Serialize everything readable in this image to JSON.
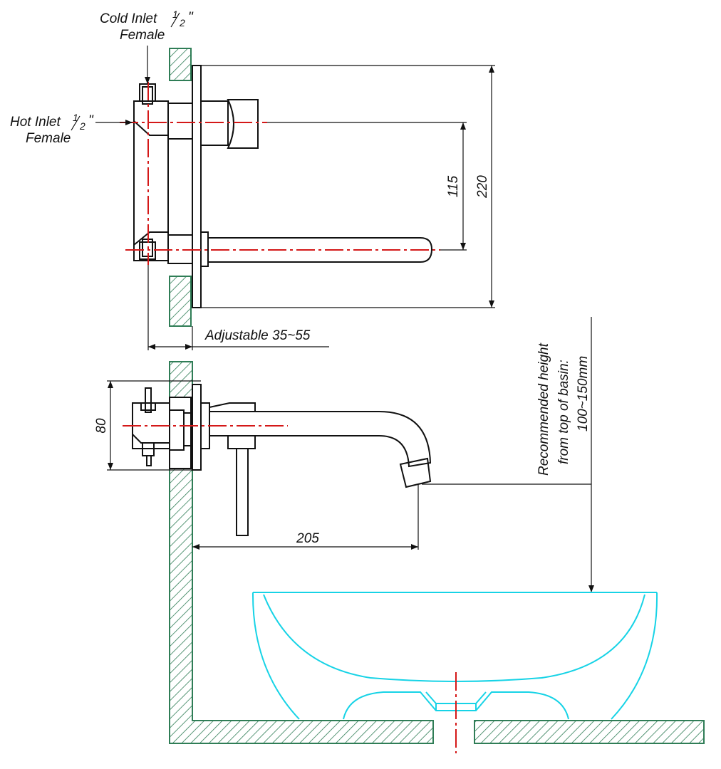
{
  "labels": {
    "cold_inlet_line1": "Cold Inlet",
    "cold_inlet_line2": "Female",
    "hot_inlet_line1": "Hot Inlet",
    "hot_inlet_line2": "Female",
    "fraction_num": "1",
    "fraction_den": "2",
    "inch_mark": "\"",
    "adjustable": "Adjustable 35~55",
    "recommended_line1": "Recommended height",
    "recommended_line2": "from top of basin:",
    "recommended_line3": "100~150mm"
  },
  "dimensions": {
    "d115": "115",
    "d220": "220",
    "d80": "80",
    "d205": "205"
  },
  "colors": {
    "centerline": "#d41818",
    "basin": "#17d3e6",
    "wall_hatch": "#2f7d56",
    "line": "#111111"
  }
}
